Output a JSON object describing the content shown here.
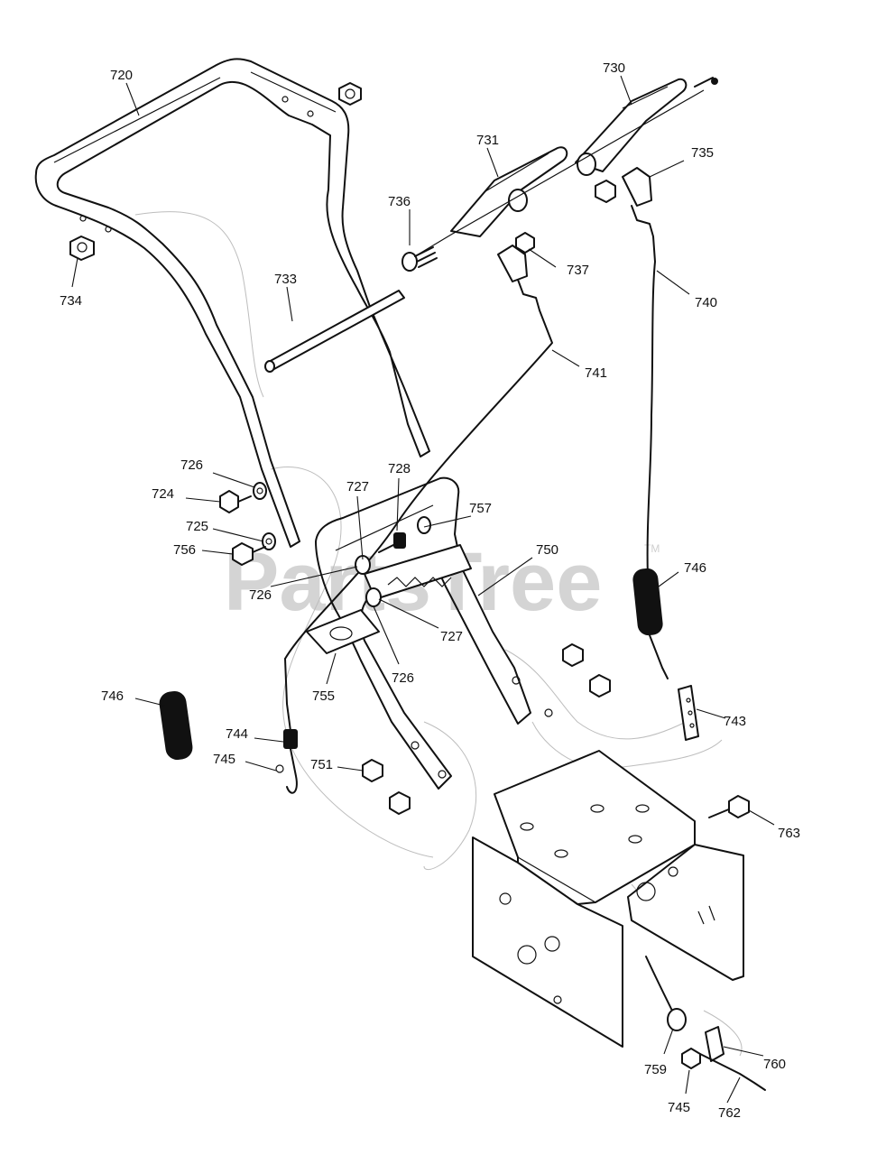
{
  "watermark": {
    "text": "PartsTree",
    "trademark": "TM"
  },
  "callouts": [
    {
      "id": "720",
      "text": "720"
    },
    {
      "id": "730",
      "text": "730"
    },
    {
      "id": "731",
      "text": "731"
    },
    {
      "id": "735",
      "text": "735"
    },
    {
      "id": "736",
      "text": "736"
    },
    {
      "id": "737",
      "text": "737"
    },
    {
      "id": "733",
      "text": "733"
    },
    {
      "id": "734",
      "text": "734"
    },
    {
      "id": "740",
      "text": "740"
    },
    {
      "id": "741",
      "text": "741"
    },
    {
      "id": "726a",
      "text": "726"
    },
    {
      "id": "724",
      "text": "724"
    },
    {
      "id": "727a",
      "text": "727"
    },
    {
      "id": "728",
      "text": "728"
    },
    {
      "id": "757",
      "text": "757"
    },
    {
      "id": "725",
      "text": "725"
    },
    {
      "id": "756",
      "text": "756"
    },
    {
      "id": "750",
      "text": "750"
    },
    {
      "id": "746a",
      "text": "746"
    },
    {
      "id": "726b",
      "text": "726"
    },
    {
      "id": "727b",
      "text": "727"
    },
    {
      "id": "726c",
      "text": "726"
    },
    {
      "id": "755",
      "text": "755"
    },
    {
      "id": "743",
      "text": "743"
    },
    {
      "id": "746b",
      "text": "746"
    },
    {
      "id": "744",
      "text": "744"
    },
    {
      "id": "745a",
      "text": "745"
    },
    {
      "id": "751",
      "text": "751"
    },
    {
      "id": "763",
      "text": "763"
    },
    {
      "id": "760",
      "text": "760"
    },
    {
      "id": "759",
      "text": "759"
    },
    {
      "id": "745b",
      "text": "745"
    },
    {
      "id": "762",
      "text": "762"
    }
  ]
}
